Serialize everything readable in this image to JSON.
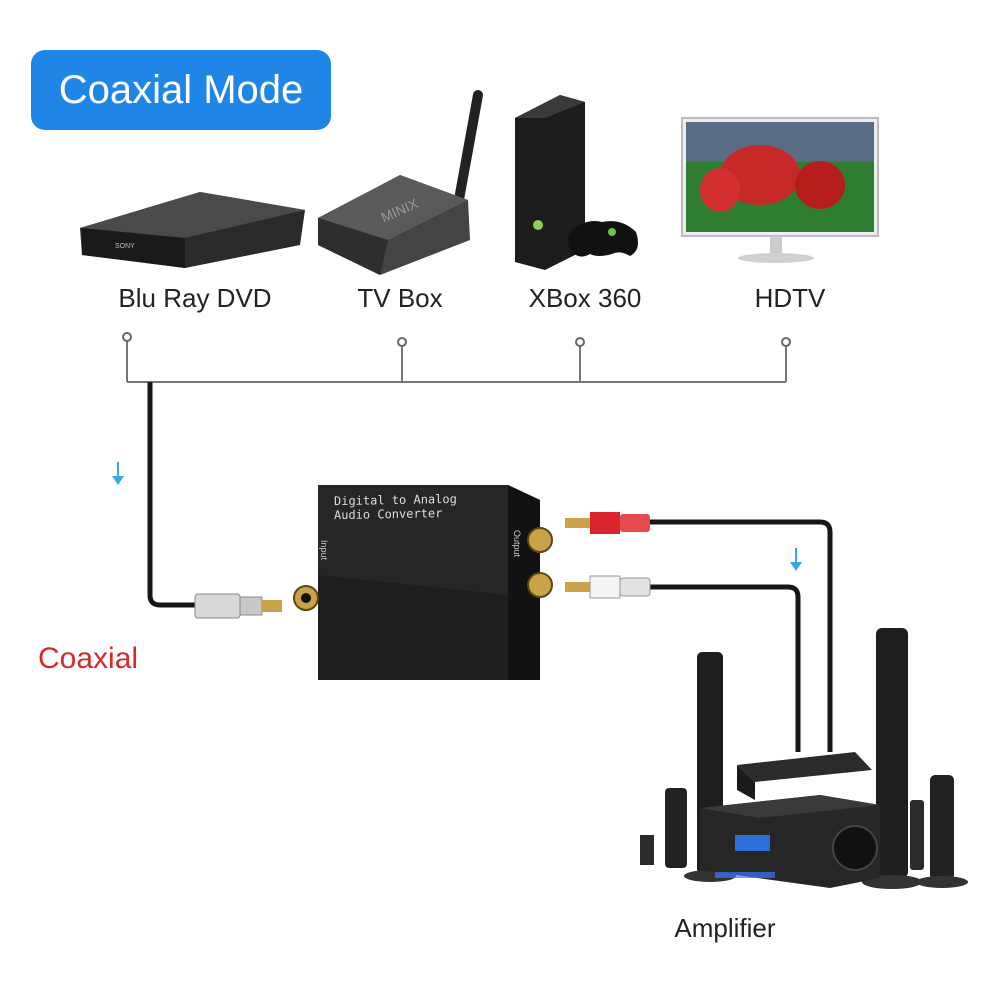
{
  "title": "Coaxial Mode",
  "devices": [
    {
      "label": "Blu Ray DVD",
      "icon": "blu-ray-player-icon"
    },
    {
      "label": "TV Box",
      "icon": "tv-box-icon"
    },
    {
      "label": "XBox 360",
      "icon": "xbox-360-icon"
    },
    {
      "label": "HDTV",
      "icon": "hdtv-icon"
    }
  ],
  "converter": {
    "line1": "Digital to Analog",
    "line2": "Audio Converter",
    "input_label": "Input",
    "output_label": "Output"
  },
  "coaxial_label": "Coaxial",
  "amplifier_label": "Amplifier",
  "colors": {
    "title_bg": "#1f86e8",
    "coaxial_text": "#d62a2a",
    "arrow": "#3aa6e8",
    "red_plug": "#d8242c"
  }
}
